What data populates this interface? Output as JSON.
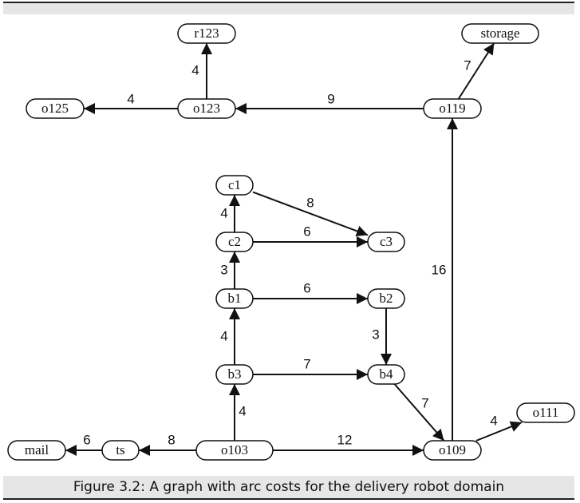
{
  "nodes": [
    {
      "id": "r123",
      "label": "r123"
    },
    {
      "id": "storage",
      "label": "storage"
    },
    {
      "id": "o125",
      "label": "o125"
    },
    {
      "id": "o123",
      "label": "o123"
    },
    {
      "id": "o119",
      "label": "o119"
    },
    {
      "id": "c1",
      "label": "c1"
    },
    {
      "id": "c2",
      "label": "c2"
    },
    {
      "id": "c3",
      "label": "c3"
    },
    {
      "id": "b1",
      "label": "b1"
    },
    {
      "id": "b2",
      "label": "b2"
    },
    {
      "id": "b3",
      "label": "b3"
    },
    {
      "id": "b4",
      "label": "b4"
    },
    {
      "id": "mail",
      "label": "mail"
    },
    {
      "id": "ts",
      "label": "ts"
    },
    {
      "id": "o103",
      "label": "o103"
    },
    {
      "id": "o109",
      "label": "o109"
    },
    {
      "id": "o111",
      "label": "o111"
    }
  ],
  "edges": [
    {
      "from": "o123",
      "to": "r123",
      "cost": "4"
    },
    {
      "from": "o123",
      "to": "o125",
      "cost": "4"
    },
    {
      "from": "o119",
      "to": "o123",
      "cost": "9"
    },
    {
      "from": "o119",
      "to": "storage",
      "cost": "7"
    },
    {
      "from": "o109",
      "to": "o119",
      "cost": "16"
    },
    {
      "from": "c1",
      "to": "c3",
      "cost": "8"
    },
    {
      "from": "c2",
      "to": "c1",
      "cost": "4"
    },
    {
      "from": "c2",
      "to": "c3",
      "cost": "6"
    },
    {
      "from": "b1",
      "to": "c2",
      "cost": "3"
    },
    {
      "from": "b1",
      "to": "b2",
      "cost": "6"
    },
    {
      "from": "b2",
      "to": "b4",
      "cost": "3"
    },
    {
      "from": "b3",
      "to": "b1",
      "cost": "4"
    },
    {
      "from": "b3",
      "to": "b4",
      "cost": "7"
    },
    {
      "from": "b4",
      "to": "o109",
      "cost": "7"
    },
    {
      "from": "o103",
      "to": "b3",
      "cost": "4"
    },
    {
      "from": "o103",
      "to": "ts",
      "cost": "8"
    },
    {
      "from": "ts",
      "to": "mail",
      "cost": "6"
    },
    {
      "from": "o103",
      "to": "o109",
      "cost": "12"
    },
    {
      "from": "o109",
      "to": "o111",
      "cost": "4"
    }
  ],
  "caption": "Figure 3.2: A graph with arc costs for the delivery robot domain"
}
